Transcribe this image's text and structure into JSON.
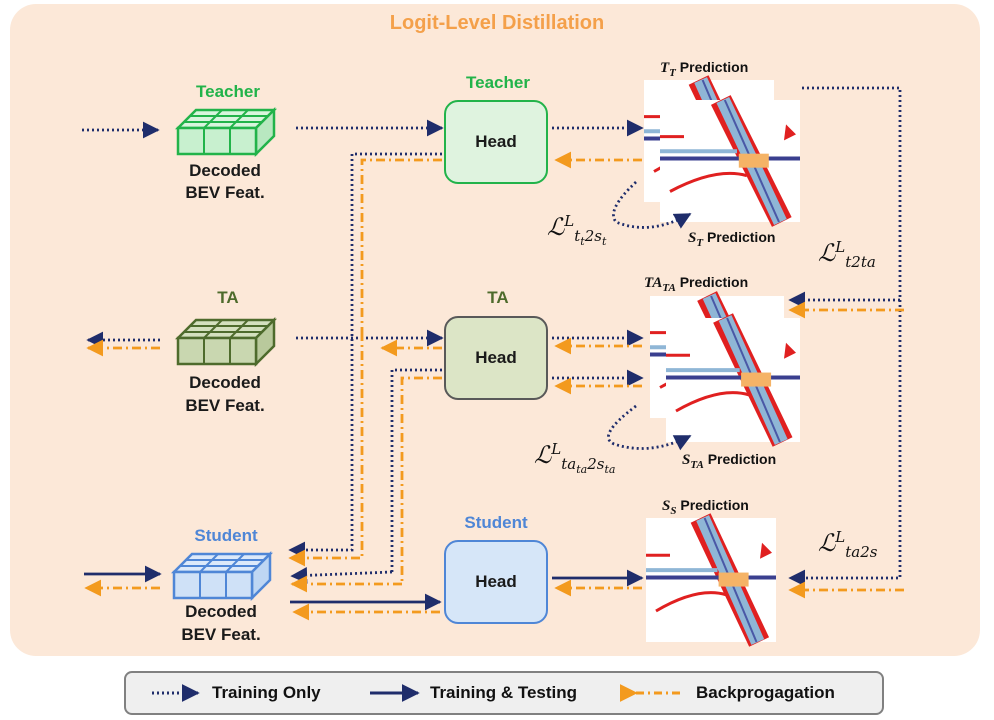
{
  "title": "Logit-Level Distillation",
  "branches": {
    "teacher": {
      "role": "Teacher",
      "feat_line1": "Decoded",
      "feat_line2": "BEV Feat.",
      "head": "Head",
      "head_role": "Teacher"
    },
    "ta": {
      "role": "TA",
      "feat_line1": "Decoded",
      "feat_line2": "BEV Feat.",
      "head": "Head",
      "head_role": "TA"
    },
    "student": {
      "role": "Student",
      "feat_line1": "Decoded",
      "feat_line2": "BEV Feat.",
      "head": "Head",
      "head_role": "Student"
    }
  },
  "predictions": {
    "tt_sym": "T",
    "tt_sub": "T",
    "tt_text": "Prediction",
    "st_sym": "S",
    "st_sub": "T",
    "st_text": "Prediction",
    "tata_sym": "TA",
    "tata_sub": "TA",
    "tata_text": "Prediction",
    "sta_sym": "S",
    "sta_sub": "TA",
    "sta_text": "Prediction",
    "ss_sym": "S",
    "ss_sub": "S",
    "ss_text": "Prediction"
  },
  "losses": {
    "l1": {
      "sym": "ℒ",
      "sup": "L",
      "sub": "t",
      "subsub": "t",
      "tail": "2s",
      "tailsub": "t"
    },
    "l2": {
      "sym": "ℒ",
      "sup": "L",
      "sub": "t2ta"
    },
    "l3": {
      "sym": "ℒ",
      "sup": "L",
      "sub": "ta",
      "subsub": "ta",
      "tail": "2s",
      "tailsub": "ta"
    },
    "l4": {
      "sym": "ℒ",
      "sup": "L",
      "sub": "ta2s"
    }
  },
  "legend": {
    "training_only": "Training Only",
    "training_testing": "Training & Testing",
    "backprop": "Backprogagation"
  },
  "colors": {
    "panel": "#fce8d8",
    "navy": "#1f2d6b",
    "orange": "#f39a1e",
    "teacher": "#22b34a",
    "ta": "#4e6b2c",
    "student": "#4f86d6",
    "road_red": "#e02020",
    "road_blue": "#8fb6d6"
  }
}
